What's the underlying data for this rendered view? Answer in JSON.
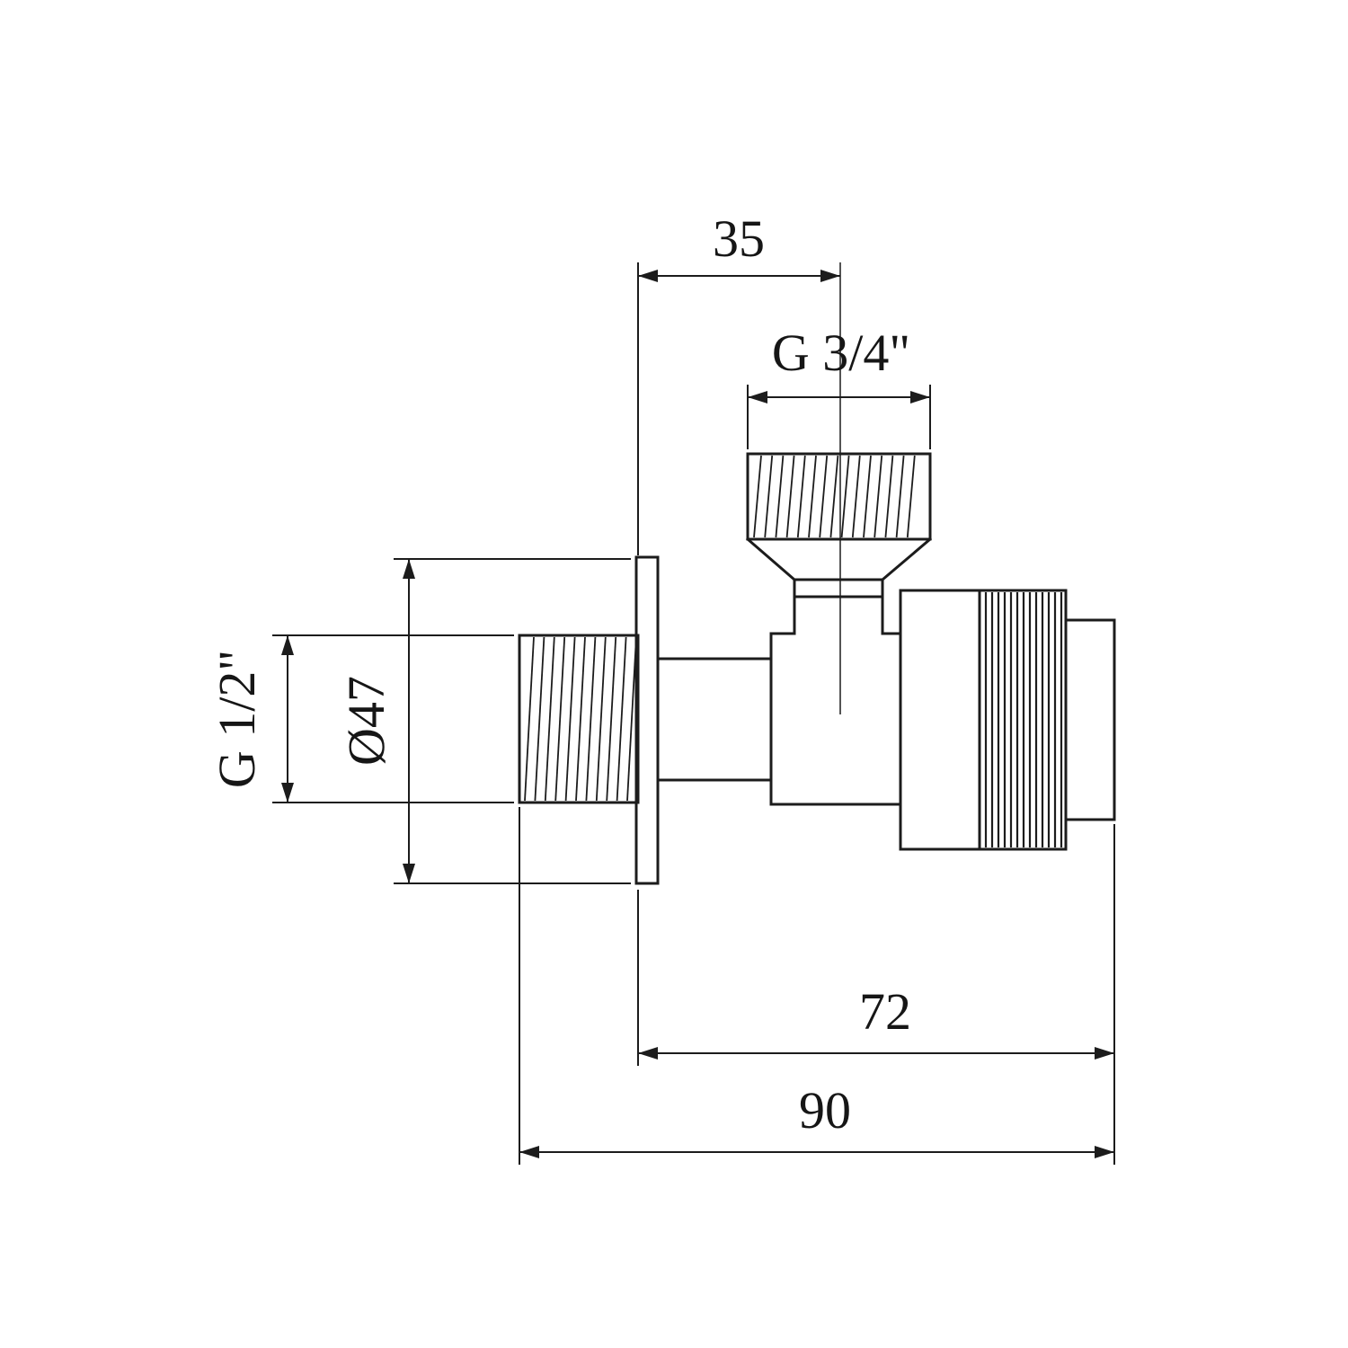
{
  "page": {
    "background": "#ffffff"
  },
  "drawing": {
    "kind": "angle-valve-dimensional-drawing",
    "line_color": "#1c1c1c",
    "labels": {
      "top_offset": "35",
      "outlet_thread": "G 3/4\"",
      "inlet_thread": "G 1/2\"",
      "flange_diameter": "Ø47",
      "body_length": "72",
      "overall_length": "90"
    }
  }
}
